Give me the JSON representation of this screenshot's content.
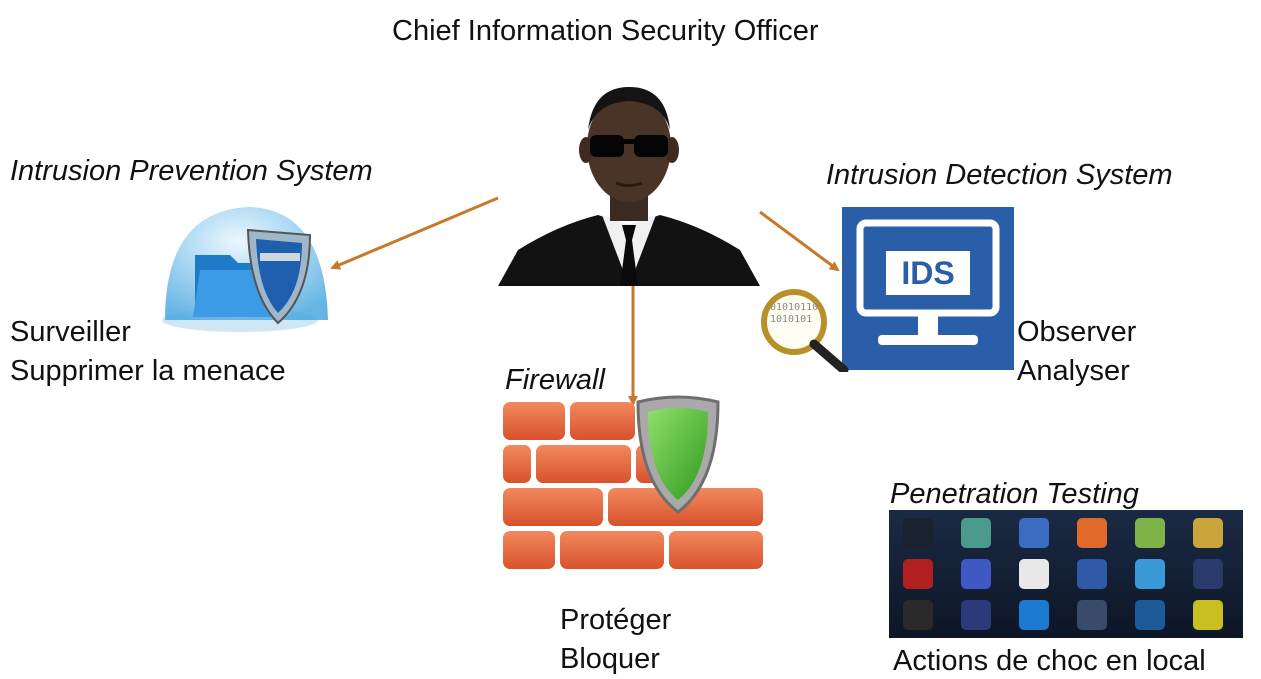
{
  "title": "Chief Information Security Officer",
  "ips": {
    "heading": "Intrusion Prevention System",
    "actions": [
      "Surveiller",
      "Supprimer la menace"
    ],
    "image_icon": "security-shield-folder-icon"
  },
  "ids": {
    "heading": "Intrusion Detection System",
    "badge_text": "IDS",
    "magnifier_text": "01010110 1010101",
    "actions": [
      "Observer",
      "Analyser"
    ]
  },
  "firewall": {
    "heading": "Firewall",
    "actions": [
      "Protéger",
      "Bloquer"
    ],
    "image_icon": "brick-wall-shield-icon"
  },
  "pentest": {
    "heading": "Penetration Testing",
    "footer": "Actions de choc en local",
    "tool_icons": [
      "app-icon-1",
      "app-icon-2",
      "app-icon-3",
      "app-icon-4",
      "app-icon-5",
      "app-icon-6",
      "app-icon-7",
      "app-icon-8",
      "app-icon-9",
      "app-icon-10",
      "app-icon-11",
      "app-icon-12",
      "app-icon-13",
      "app-icon-14",
      "app-icon-15",
      "app-icon-16",
      "app-icon-17",
      "app-icon-18"
    ]
  },
  "ciso_image_icon": "agent-portrait-icon",
  "colors": {
    "arrow": "#c8782a",
    "ids_blue": "#2a5ea8",
    "brick": "#e2623a",
    "shield_green": "#4caf2e"
  }
}
